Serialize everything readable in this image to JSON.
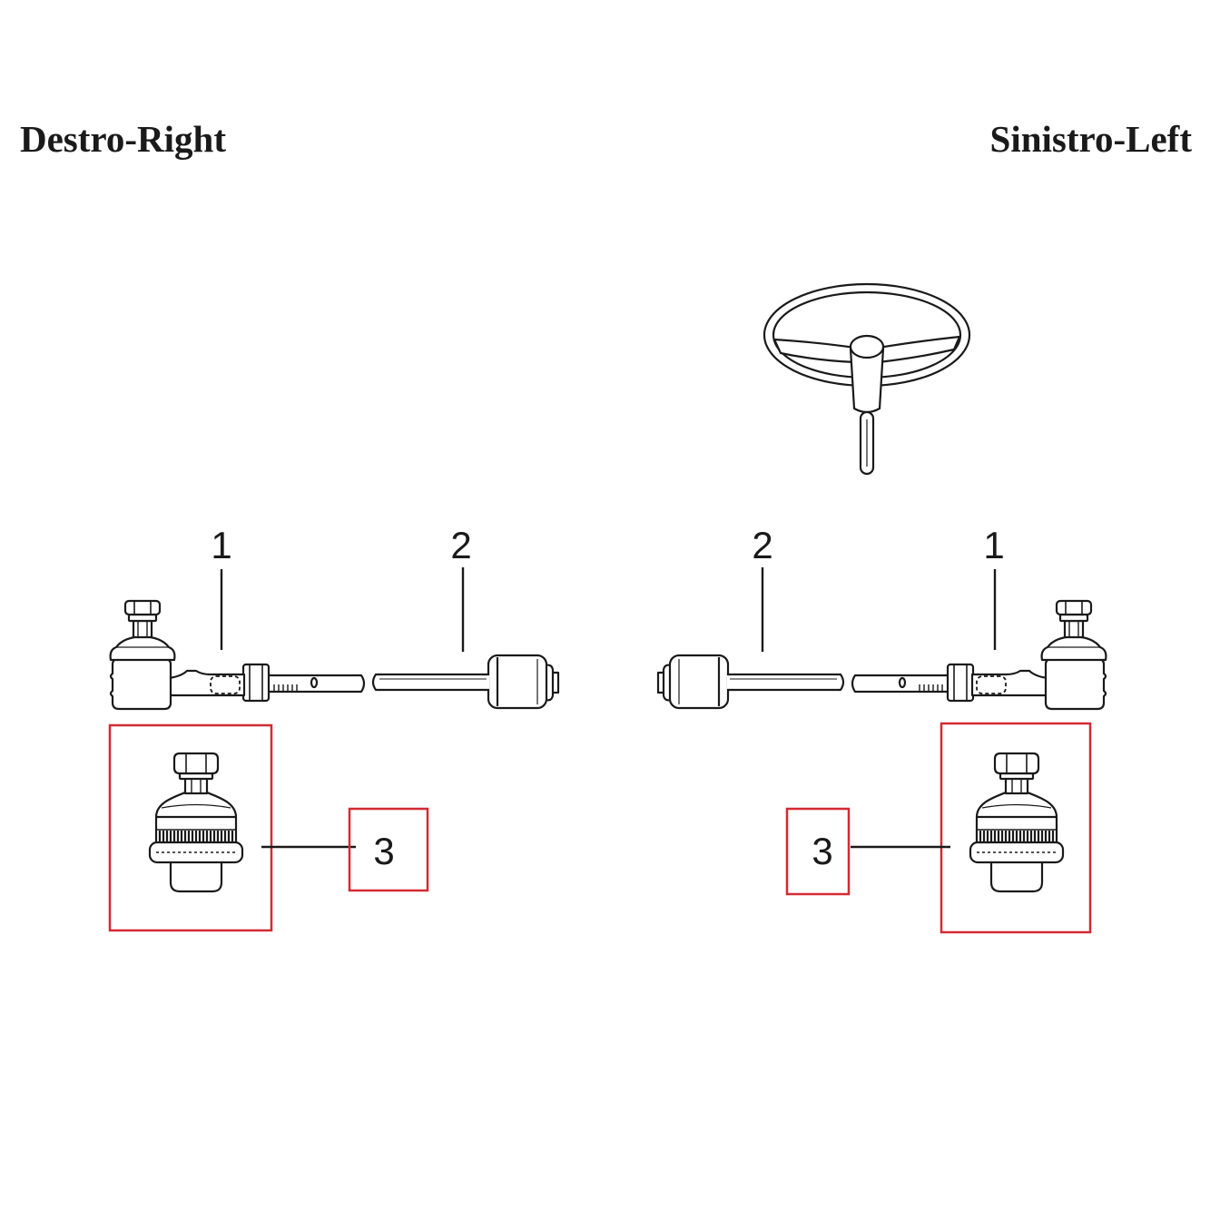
{
  "headings": {
    "right": "Destro-Right",
    "left": "Sinistro-Left"
  },
  "callouts": {
    "right_side": {
      "tie_rod_end": "1",
      "tie_rod": "2",
      "ball_joint": "3"
    },
    "left_side": {
      "tie_rod": "2",
      "tie_rod_end": "1",
      "ball_joint": "3"
    }
  },
  "colors": {
    "line": "#1a1a1a",
    "highlight": "#d42a33",
    "background": "#ffffff"
  }
}
